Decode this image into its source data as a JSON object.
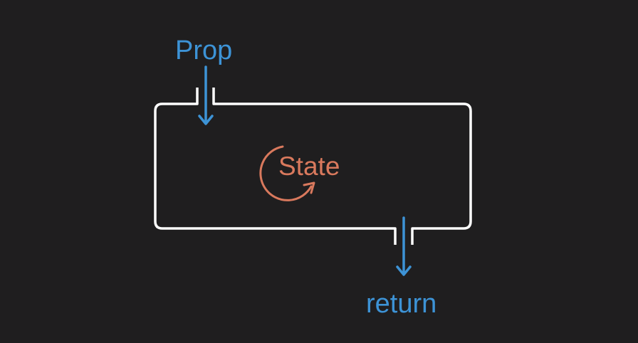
{
  "diagram": {
    "input_label": "Prop",
    "output_label": "return",
    "center_label": "State"
  },
  "colors": {
    "background": "#1f1e1f",
    "box_stroke": "#ffffff",
    "flow_blue": "#3d93d6",
    "state_orange": "#d9795d"
  },
  "icons": {
    "state_cycle": "circular-arrow-icon",
    "input_flow": "arrow-down-icon",
    "output_flow": "arrow-down-icon"
  }
}
